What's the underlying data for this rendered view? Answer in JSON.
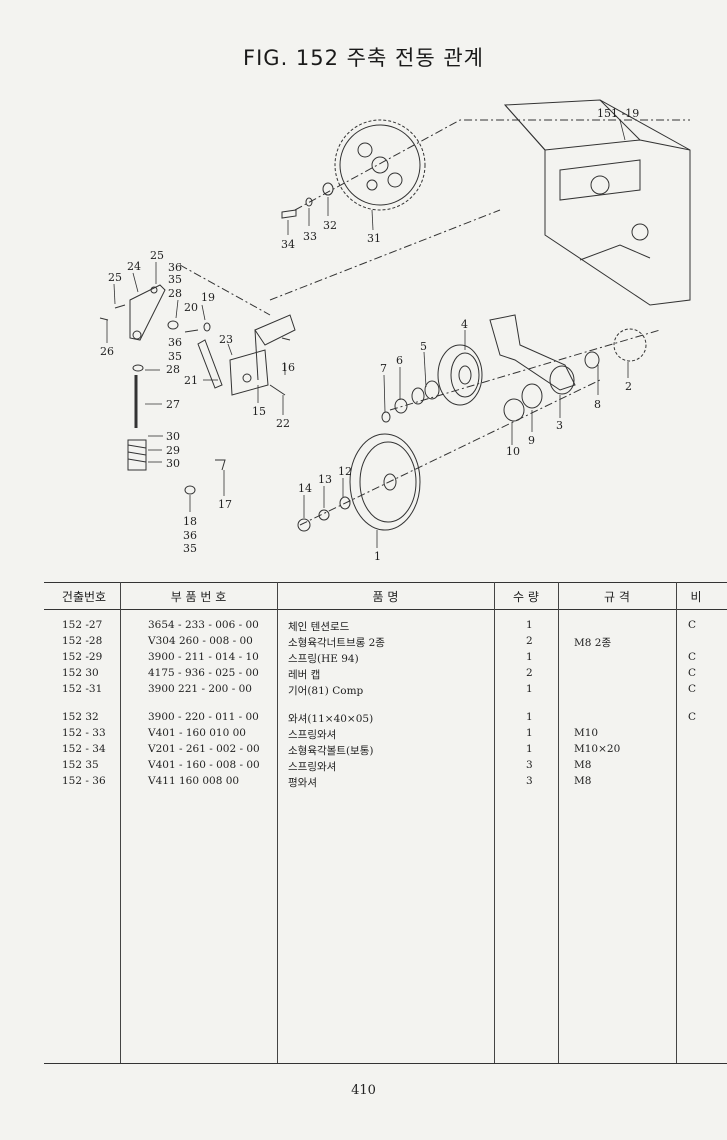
{
  "title": "FIG. 152 주축 전동 관계",
  "callouts": {
    "c151_19": "151 -19",
    "c34": "34",
    "c33": "33",
    "c32": "32",
    "c31": "31",
    "c25a": "25",
    "c24": "24",
    "c25b": "25",
    "c36a": "36",
    "c35a": "35",
    "c28a": "28",
    "c20": "20",
    "c19": "19",
    "c26": "26",
    "c36b": "36",
    "c35b": "35",
    "c23": "23",
    "c16": "16",
    "c21": "21",
    "c28b": "28",
    "c27": "27",
    "c15": "15",
    "c22": "22",
    "c30a": "30",
    "c29": "29",
    "c30b": "30",
    "c17": "17",
    "c18": "18",
    "c36c": "36",
    "c35c": "35",
    "c7": "7",
    "c6": "6",
    "c5": "5",
    "c4": "4",
    "c8": "8",
    "c2": "2",
    "c3": "3",
    "c9": "9",
    "c10": "10",
    "c14": "14",
    "c13": "13",
    "c12": "12",
    "c1": "1"
  },
  "table": {
    "headers": {
      "no": "건출번호",
      "part": "부 품 번 호",
      "name": "품 명",
      "qty": "수 량",
      "spec": "규 격",
      "remark": "비"
    },
    "rows": [
      {
        "no": "152 -27",
        "part": "3654 - 233 - 006 - 00",
        "name": "체인 텐션로드",
        "qty": "1",
        "spec": "",
        "remark": "C"
      },
      {
        "no": "152 -28",
        "part": "V304  260 - 008 - 00",
        "name": "소형육각너트브롱 2종",
        "qty": "2",
        "spec": "M8 2종",
        "remark": ""
      },
      {
        "no": "152 -29",
        "part": "3900 - 211 - 014 - 10",
        "name": "스프링(HE 94)",
        "qty": "1",
        "spec": "",
        "remark": "C"
      },
      {
        "no": "152  30",
        "part": "4175 - 936 - 025 - 00",
        "name": "레버 캡",
        "qty": "2",
        "spec": "",
        "remark": "C"
      },
      {
        "no": "152 -31",
        "part": "3900  221 - 200 - 00",
        "name": "기어(81) Comp",
        "qty": "1",
        "spec": "",
        "remark": "C"
      },
      {
        "no": "152  32",
        "part": "3900 - 220 - 011 - 00",
        "name": "와셔(11×40×05)",
        "qty": "1",
        "spec": "",
        "remark": "C"
      },
      {
        "no": "152 - 33",
        "part": "V401 - 160  010  00",
        "name": "스프링와셔",
        "qty": "1",
        "spec": "M10",
        "remark": ""
      },
      {
        "no": "152 - 34",
        "part": "V201 - 261 - 002 - 00",
        "name": "소형육각볼트(보통)",
        "qty": "1",
        "spec": "M10×20",
        "remark": ""
      },
      {
        "no": "152  35",
        "part": "V401 - 160 - 008 - 00",
        "name": "스프링와셔",
        "qty": "3",
        "spec": "M8",
        "remark": ""
      },
      {
        "no": "152 - 36",
        "part": "V411  160  008  00",
        "name": "평와셔",
        "qty": "3",
        "spec": "M8",
        "remark": ""
      }
    ]
  },
  "page_number": "410"
}
